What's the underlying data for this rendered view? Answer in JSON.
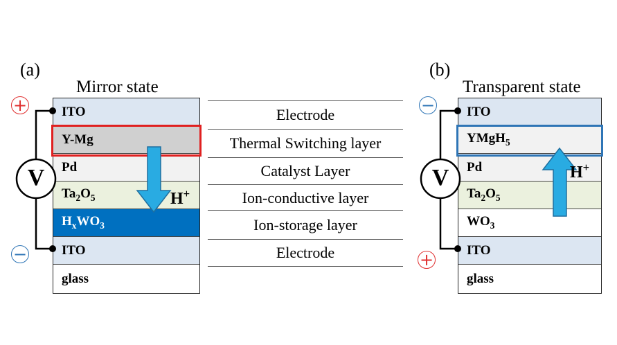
{
  "panel_a": {
    "label": "(a)",
    "title": "Mirror state",
    "layers": [
      {
        "label": "ITO",
        "color": "#dce6f2"
      },
      {
        "label": "Y-Mg",
        "color": "#d0d0d0"
      },
      {
        "label": "Pd",
        "color": "#f2f2f2"
      },
      {
        "label_main": "Ta",
        "sub1": "2",
        "mid": "O",
        "sub2": "5",
        "color": "#ebf1de"
      },
      {
        "label_main": "H",
        "sub1": "x",
        "mid": "WO",
        "sub2": "3",
        "color": "#0070c0",
        "text_color": "#ffffff"
      },
      {
        "label": "ITO",
        "color": "#dce6f2"
      },
      {
        "label": "glass",
        "color": "#ffffff"
      }
    ],
    "arrow_label": "H",
    "arrow_sup": "+",
    "top_sign": "+",
    "bottom_sign": "−",
    "top_sign_color": "#e03030",
    "bottom_sign_color": "#2e75b6",
    "voltmeter": "V",
    "highlight_color": "#e02020"
  },
  "middle_labels": [
    "Electrode",
    "Thermal Switching layer",
    "Catalyst Layer",
    "Ion-conductive layer",
    "Ion-storage layer",
    "Electrode"
  ],
  "panel_b": {
    "label": "(b)",
    "title": "Transparent state",
    "layers": [
      {
        "label": "ITO",
        "color": "#dce6f2"
      },
      {
        "label_main": "YMgH",
        "sub2": "5",
        "color": "#f2f2f2"
      },
      {
        "label": "Pd",
        "color": "#f2f2f2"
      },
      {
        "label_main": "Ta",
        "sub1": "2",
        "mid": "O",
        "sub2": "5",
        "color": "#ebf1de"
      },
      {
        "label_main": "WO",
        "sub2": "3",
        "color": "#ffffff"
      },
      {
        "label": "ITO",
        "color": "#dce6f2"
      },
      {
        "label": "glass",
        "color": "#ffffff"
      }
    ],
    "arrow_label": "H",
    "arrow_sup": "+",
    "top_sign": "−",
    "bottom_sign": "+",
    "top_sign_color": "#2e75b6",
    "bottom_sign_color": "#e03030",
    "voltmeter": "V",
    "highlight_color": "#2e75b6"
  },
  "arrow_color": "#29abe2"
}
